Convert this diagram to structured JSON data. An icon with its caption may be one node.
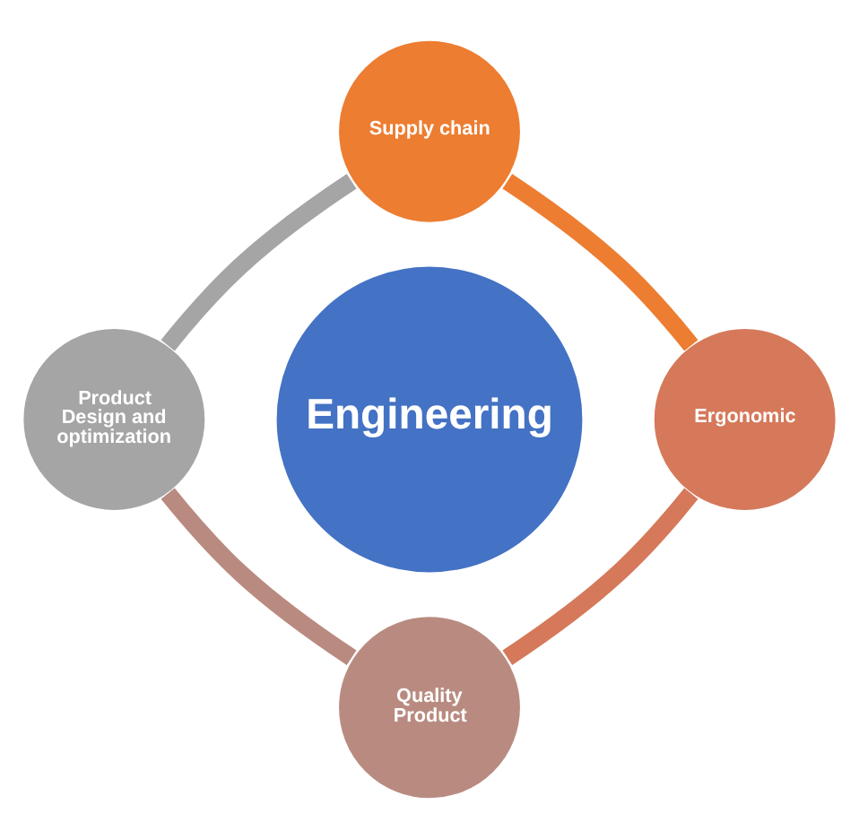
{
  "diagram": {
    "nodes": [
      {
        "text": [
          "Engineering"
        ]
      },
      {
        "text": [
          "Supply chain"
        ]
      },
      {
        "text": [
          "Ergonomic"
        ]
      },
      {
        "text": [
          "Quality Product"
        ]
      },
      {
        "text": [
          "Product Design and optimization"
        ]
      }
    ],
    "edges": [
      {
        "from": 1,
        "to": 2,
        "arrow": "none",
        "color": "#ed7d31"
      },
      {
        "from": 2,
        "to": 3,
        "arrow": "none",
        "color": "#d5795a"
      },
      {
        "from": 3,
        "to": 4,
        "arrow": "none",
        "color": "#b98b80"
      },
      {
        "from": 4,
        "to": 1,
        "arrow": "none",
        "color": "#a5a5a5"
      }
    ]
  }
}
